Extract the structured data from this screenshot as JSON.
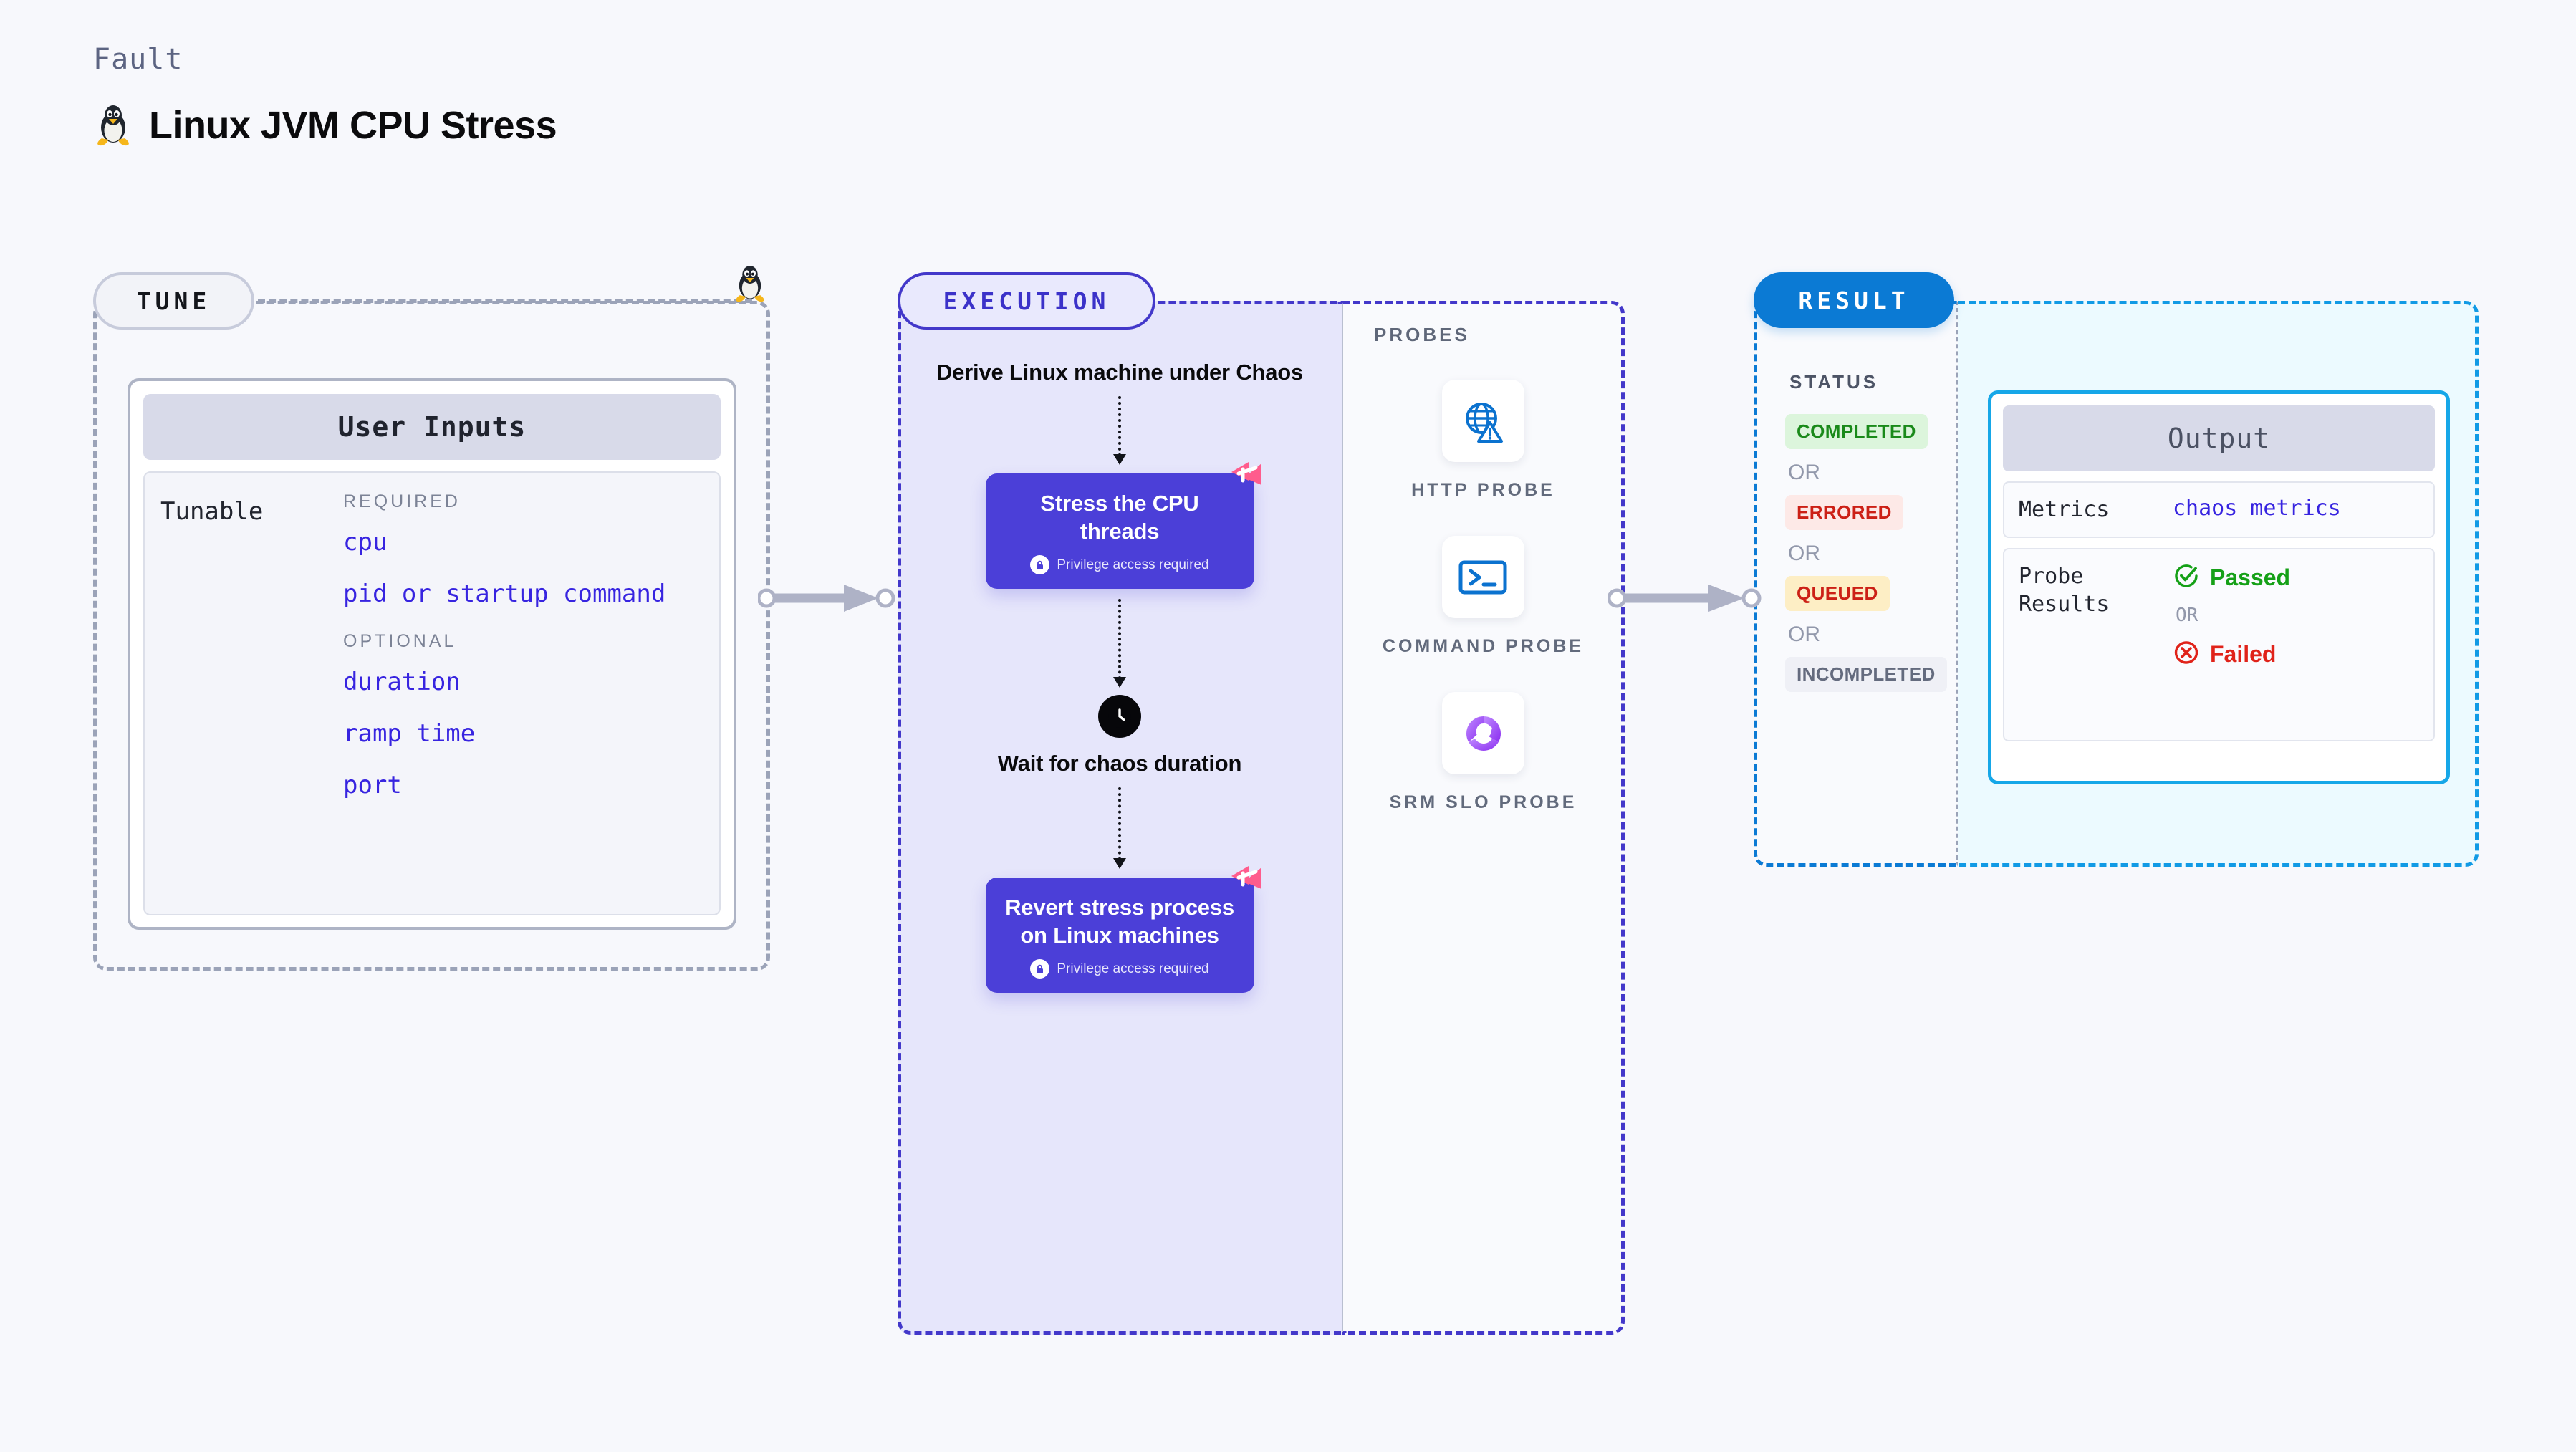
{
  "header": {
    "fault_label": "Fault",
    "title": "Linux JVM CPU Stress",
    "icon": "linux-penguin-icon"
  },
  "tune": {
    "pill_label": "TUNE",
    "card": {
      "title": "User Inputs",
      "row_label": "Tunable",
      "groups": [
        {
          "heading": "REQUIRED",
          "items": [
            "cpu",
            "pid or startup command"
          ]
        },
        {
          "heading": "OPTIONAL",
          "items": [
            "duration",
            "ramp time",
            "port"
          ]
        }
      ]
    }
  },
  "execution": {
    "pill_label": "EXECUTION",
    "steps": [
      {
        "type": "text",
        "label": "Derive Linux machine under Chaos"
      },
      {
        "type": "action",
        "label": "Stress the CPU threads",
        "note": "Privilege access required",
        "icons": [
          "lock-icon",
          "harness-logo-icon"
        ]
      },
      {
        "type": "clock",
        "icon": "clock-icon",
        "label": "Wait for chaos duration"
      },
      {
        "type": "action",
        "label": "Revert stress process on Linux machines",
        "note": "Privilege access required",
        "icons": [
          "lock-icon",
          "harness-logo-icon"
        ]
      }
    ]
  },
  "probes": {
    "label": "PROBES",
    "items": [
      {
        "label": "HTTP PROBE",
        "icon": "globe-warning-icon"
      },
      {
        "label": "COMMAND PROBE",
        "icon": "terminal-icon"
      },
      {
        "label": "SRM SLO PROBE",
        "icon": "srm-slo-donut-icon"
      }
    ]
  },
  "result": {
    "pill_label": "RESULT",
    "status_label": "STATUS",
    "or_label": "OR",
    "statuses": [
      {
        "label": "COMPLETED",
        "bg": "#dcf5dc",
        "fg": "#1a8a1a"
      },
      {
        "label": "ERRORED",
        "bg": "#fde9e7",
        "fg": "#cc2016"
      },
      {
        "label": "QUEUED",
        "bg": "#fdeec5",
        "fg": "#cc2016"
      },
      {
        "label": "INCOMPLETED",
        "bg": "#eff0f6",
        "fg": "#646b7e"
      }
    ]
  },
  "output": {
    "title": "Output",
    "metrics_key": "Metrics",
    "metrics_value": "chaos metrics",
    "probe_results_key": "Probe Results",
    "or_label": "OR",
    "passed_label": "Passed",
    "failed_label": "Failed",
    "passed_color": "#15a017",
    "failed_color": "#e0231a"
  },
  "connectors": {
    "arrow_color": "#aeb2c6"
  }
}
